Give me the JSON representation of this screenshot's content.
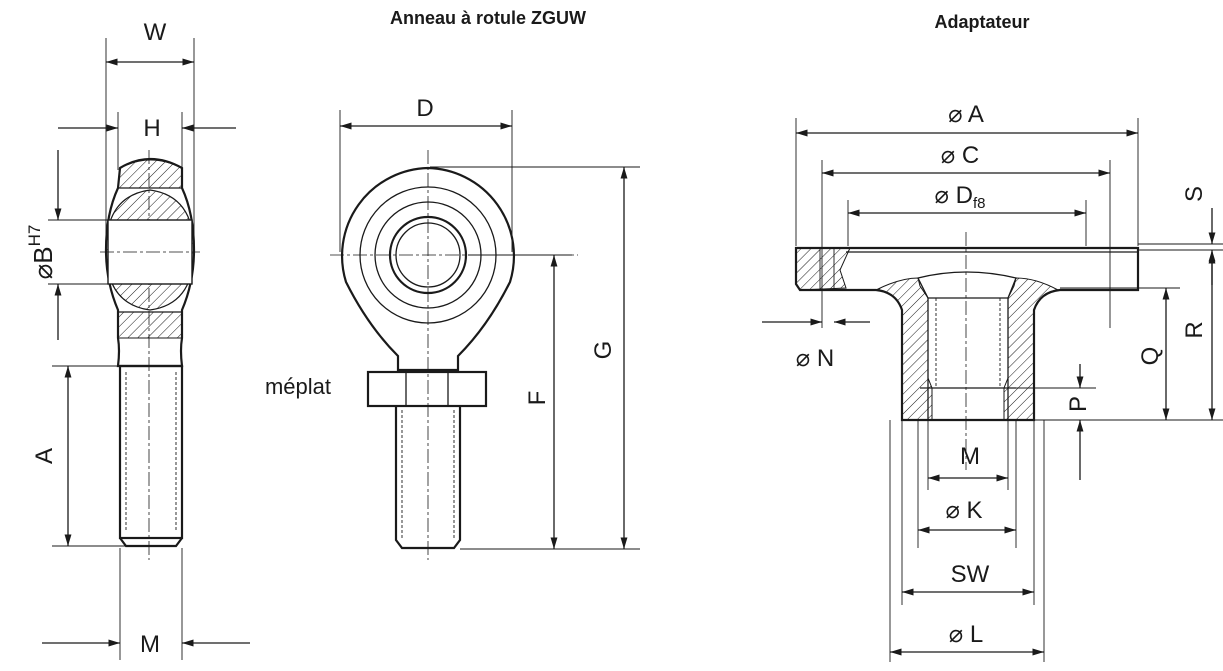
{
  "titles": {
    "rod_end": "Anneau à rotule ZGUW",
    "adapter": "Adaptateur"
  },
  "side_view": {
    "w": "W",
    "h": "H",
    "diameter": "⌀",
    "b": "B",
    "b_sup": "H7",
    "a": "A",
    "m": "M"
  },
  "front_view": {
    "d": "D",
    "f": "F",
    "g": "G",
    "meplat": "méplat"
  },
  "adapter_view": {
    "dia_a": "⌀ A",
    "dia_c": "⌀ C",
    "dia_d": "⌀ D",
    "d_sub": "f8",
    "dia_n": "⌀ N",
    "m": "M",
    "dia_k": "⌀ K",
    "sw": "SW",
    "dia_l": "⌀ L",
    "s": "S",
    "r": "R",
    "q": "Q",
    "p": "P"
  }
}
